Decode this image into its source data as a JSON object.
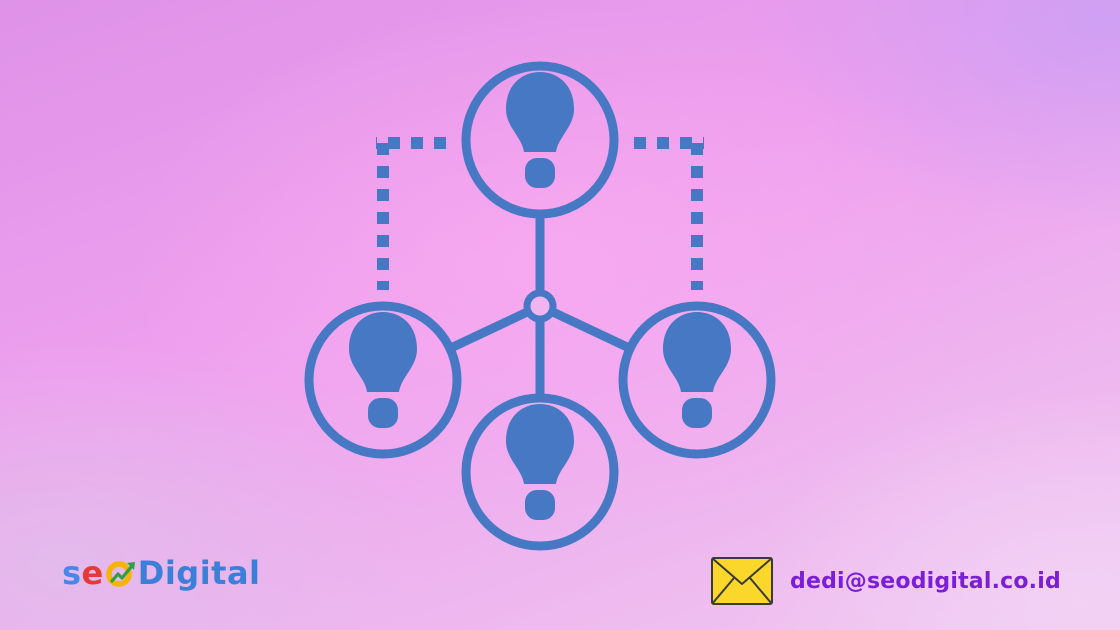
{
  "colors": {
    "icon_blue": "#4678c4",
    "email_text": "#7a1fd6",
    "logo_s": "#4a86e8",
    "logo_e": "#e53935",
    "logo_o": "#f4b400",
    "logo_arrow": "#2ea043",
    "logo_digital": "#3c7fd8",
    "envelope_fill": "#fbd72b"
  },
  "illustration": {
    "icon": "idea-network-icon",
    "nodes": [
      "lightbulb-icon",
      "lightbulb-icon",
      "lightbulb-icon",
      "lightbulb-icon"
    ],
    "hub": "hub-node-icon"
  },
  "brand": {
    "letters": [
      "s",
      "e"
    ],
    "mark": "growth-arrow-o-icon",
    "word": "Digital"
  },
  "contact": {
    "icon": "envelope-icon",
    "email": "dedi@seodigital.co.id"
  }
}
